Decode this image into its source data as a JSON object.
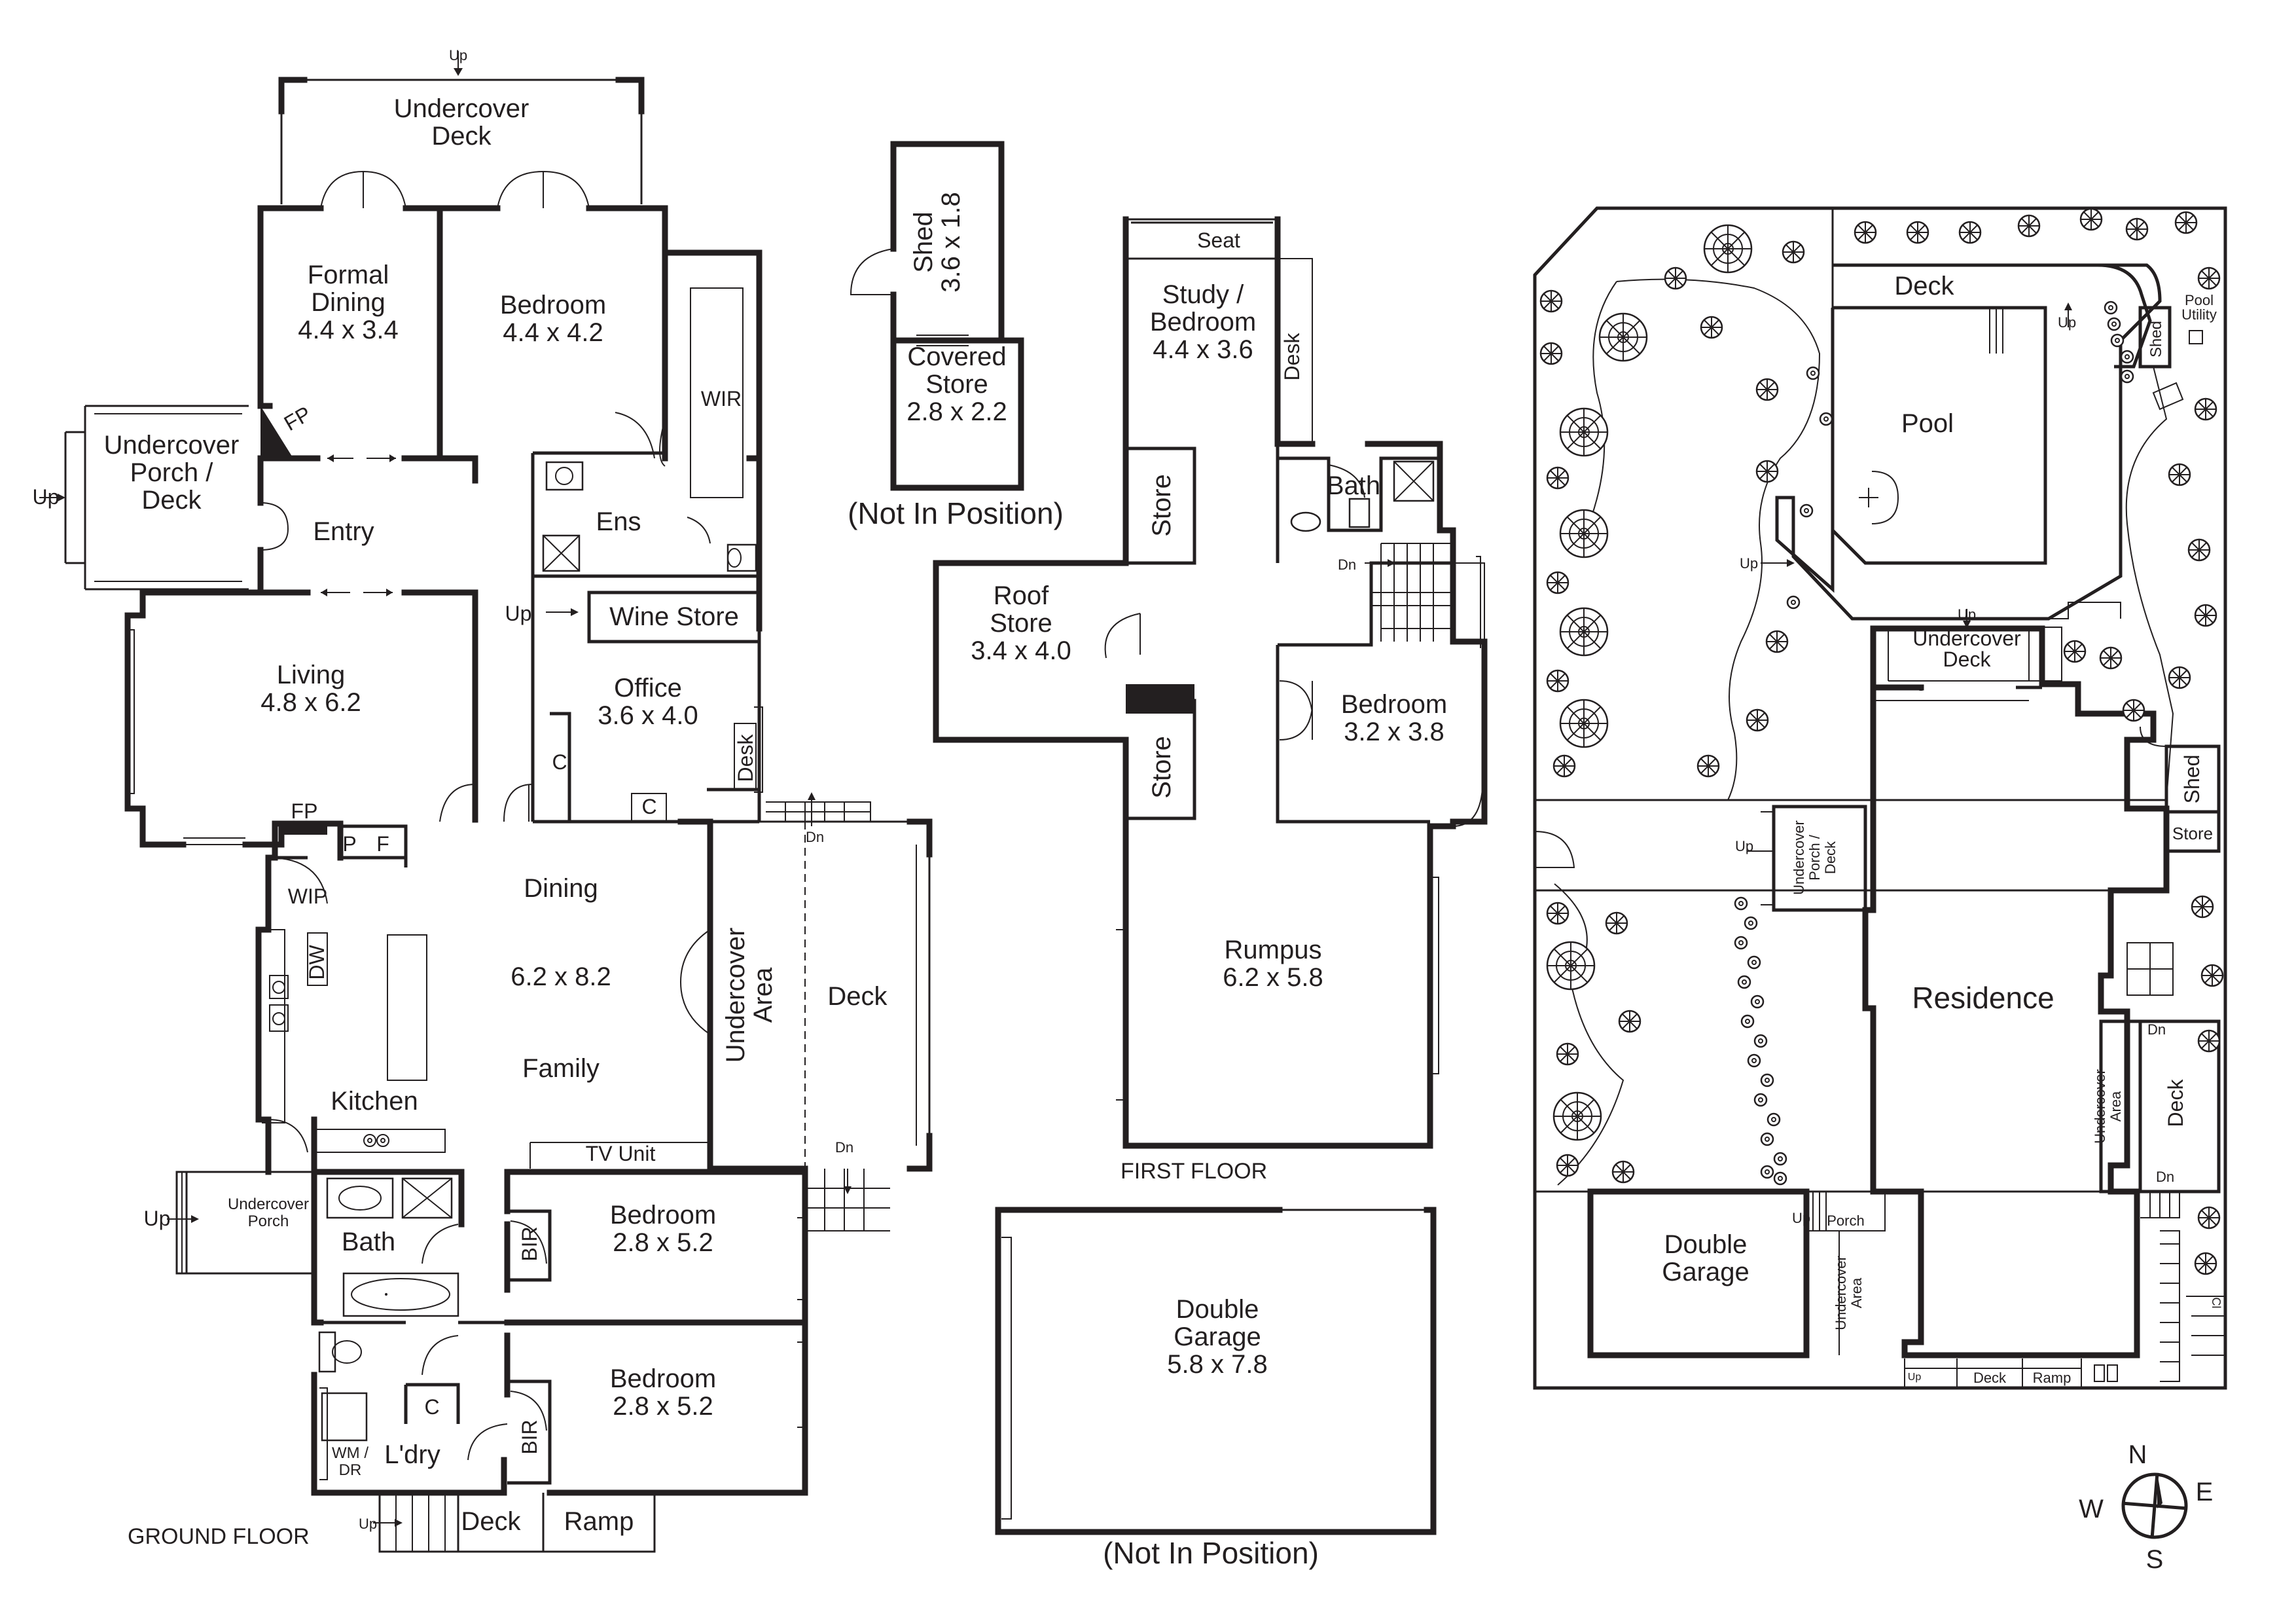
{
  "ground_floor": {
    "label": "GROUND FLOOR",
    "up": "Up",
    "dn": "Dn",
    "undercover_deck": "Undercover|Deck",
    "formal_dining": "Formal|Dining|4.4 x 3.4",
    "bedroom_main": "Bedroom|4.4 x 4.2",
    "wir": "WIR",
    "fp": "FP",
    "undercover_porch_deck": "Undercover|Porch /|Deck",
    "entry": "Entry",
    "ens": "Ens",
    "wine_store": "Wine Store",
    "living": "Living|4.8 x 6.2",
    "office": "Office|3.6 x 4.0",
    "c": "C",
    "desk": "Desk",
    "p": "P",
    "f": "F",
    "wip": "WIP",
    "dw": "DW",
    "dining": "Dining",
    "dining_dims": "6.2 x 8.2",
    "family": "Family",
    "kitchen": "Kitchen",
    "undercover_area": "Undercover|Area",
    "deck": "Deck",
    "tv_unit": "TV Unit",
    "undercover_porch": "Undercover|Porch",
    "bath": "Bath",
    "bir": "BIR",
    "bedroom_2": "Bedroom|2.8 x 5.2",
    "bedroom_3": "Bedroom|2.8 x 5.2",
    "wm_dr": "WM /|DR",
    "ldry": "L'dry",
    "ramp": "Ramp"
  },
  "outbuildings": {
    "shed": "Shed|3.6 x 1.8",
    "covered_store": "Covered|Store|2.8 x 2.2",
    "not_in_position": "(Not In Position)",
    "double_garage": "Double|Garage|5.8 x 7.8"
  },
  "first_floor": {
    "label": "FIRST FLOOR",
    "seat": "Seat",
    "study_bedroom": "Study /|Bedroom|4.4 x 3.6",
    "desk": "Desk",
    "store": "Store",
    "roof_store": "Roof|Store|3.4 x 4.0",
    "bath": "Bath",
    "dn": "Dn",
    "bedroom": "Bedroom|3.2 x 3.8",
    "rumpus": "Rumpus|6.2 x 5.8"
  },
  "site_plan": {
    "deck": "Deck",
    "up": "Up",
    "dn": "Dn",
    "shed": "Shed",
    "pool_utility": "Pool|Utility",
    "pool": "Pool",
    "undercover_deck": "Undercover|Deck",
    "undercover_porch_deck": "Undercover|Porch /|Deck",
    "store": "Store",
    "residence": "Residence",
    "undercover_area": "Undercover|Area",
    "porch": "Porch",
    "double_garage": "Double|Garage",
    "ramp": "Ramp",
    "cl": "Cl"
  },
  "compass": {
    "n": "N",
    "s": "S",
    "e": "E",
    "w": "W"
  }
}
